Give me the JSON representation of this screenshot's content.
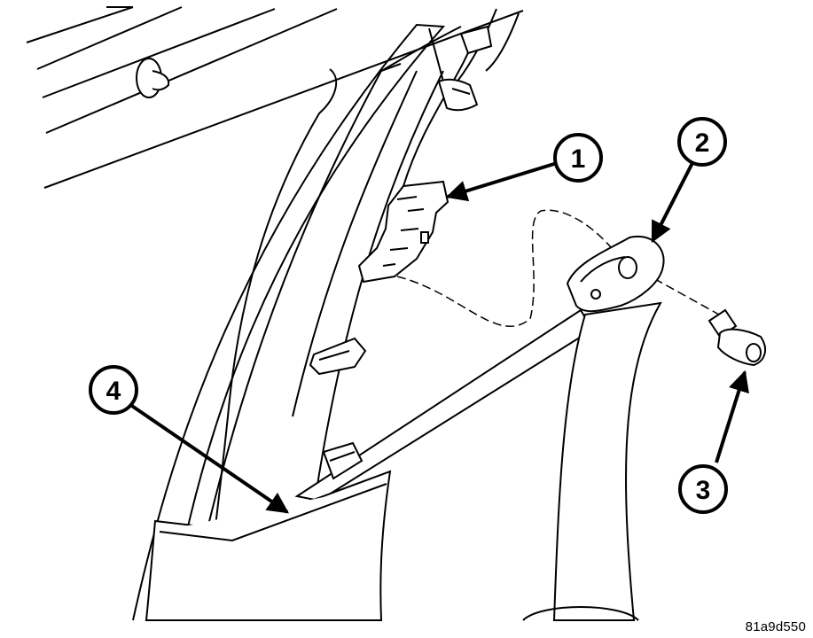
{
  "callouts": [
    {
      "id": "1",
      "label": "1"
    },
    {
      "id": "2",
      "label": "2"
    },
    {
      "id": "3",
      "label": "3"
    },
    {
      "id": "4",
      "label": "4"
    }
  ],
  "figure_id": "81a9d550",
  "colors": {
    "ink": "#000000",
    "paper": "#ffffff"
  }
}
